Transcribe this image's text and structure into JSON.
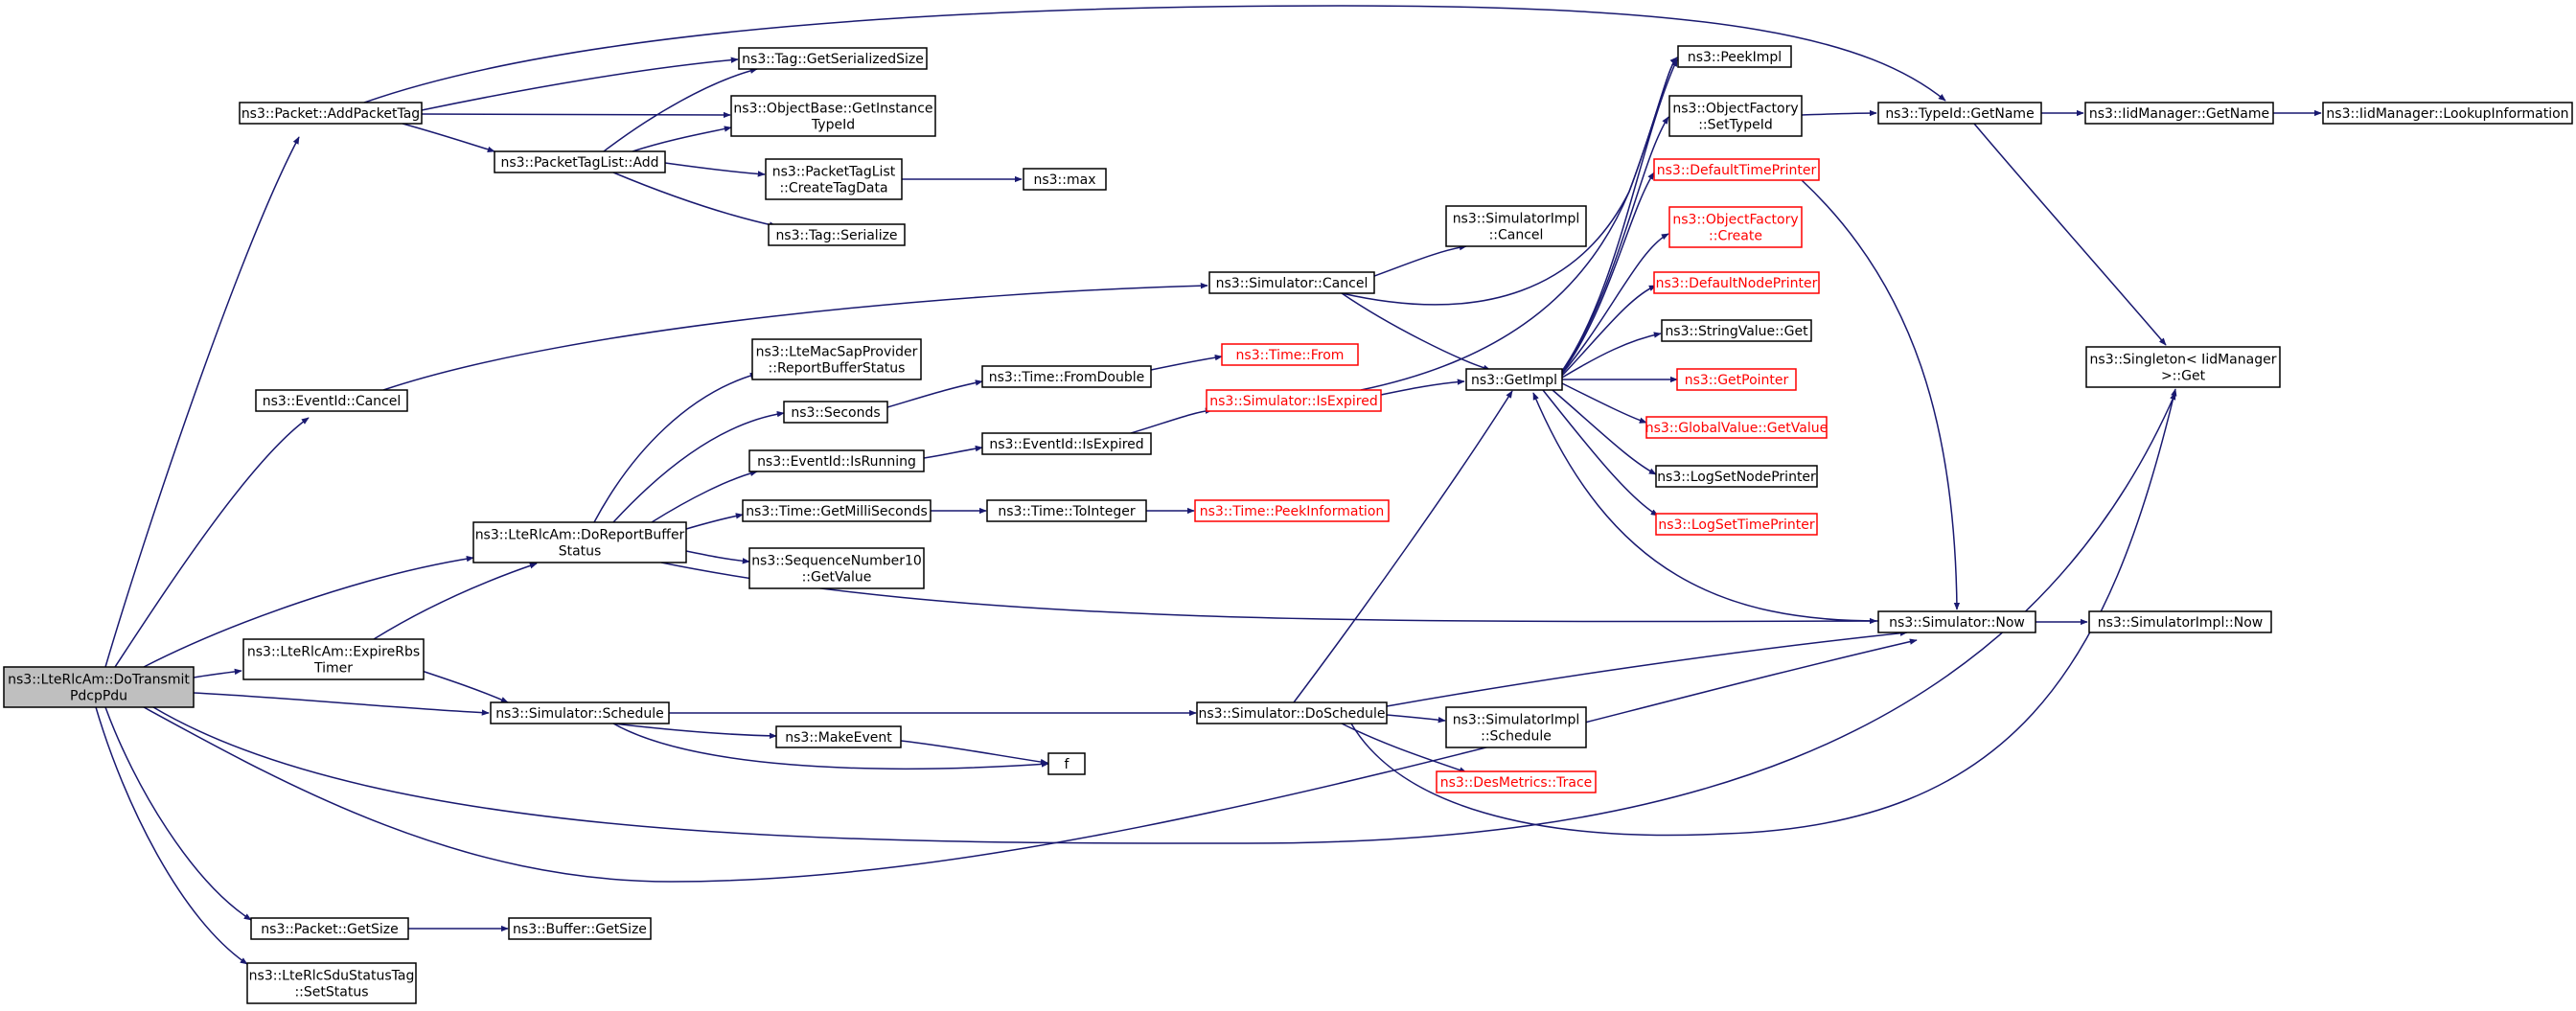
{
  "graph": {
    "colors": {
      "edge": "#191970",
      "root_fill": "#bfbfbf",
      "red_border": "#ff0000",
      "node_border": "#000000",
      "background": "#ffffff"
    },
    "nodes": [
      {
        "id": "root",
        "lines": [
          "ns3::LteRlcAm::DoTransmit",
          "PdcpPdu"
        ],
        "style": "root"
      },
      {
        "id": "addPacketTag",
        "lines": [
          "ns3::Packet::AddPacketTag"
        ],
        "style": "normal"
      },
      {
        "id": "tagGetSerializedSize",
        "lines": [
          "ns3::Tag::GetSerializedSize"
        ],
        "style": "normal"
      },
      {
        "id": "objectBaseGetInstanceTypeId",
        "lines": [
          "ns3::ObjectBase::GetInstance",
          "TypeId"
        ],
        "style": "normal"
      },
      {
        "id": "packetTagListAdd",
        "lines": [
          "ns3::PacketTagList::Add"
        ],
        "style": "normal"
      },
      {
        "id": "packetTagListCreateTagData",
        "lines": [
          "ns3::PacketTagList",
          "::CreateTagData"
        ],
        "style": "normal"
      },
      {
        "id": "max",
        "lines": [
          "ns3::max"
        ],
        "style": "normal"
      },
      {
        "id": "tagSerialize",
        "lines": [
          "ns3::Tag::Serialize"
        ],
        "style": "normal"
      },
      {
        "id": "eventIdCancel",
        "lines": [
          "ns3::EventId::Cancel"
        ],
        "style": "normal"
      },
      {
        "id": "simulatorCancel",
        "lines": [
          "ns3::Simulator::Cancel"
        ],
        "style": "normal"
      },
      {
        "id": "simulatorImplCancel",
        "lines": [
          "ns3::SimulatorImpl",
          "::Cancel"
        ],
        "style": "normal"
      },
      {
        "id": "reportBufferStatus",
        "lines": [
          "ns3::LteMacSapProvider",
          "::ReportBufferStatus"
        ],
        "style": "normal"
      },
      {
        "id": "seconds",
        "lines": [
          "ns3::Seconds"
        ],
        "style": "normal"
      },
      {
        "id": "timeFromDouble",
        "lines": [
          "ns3::Time::FromDouble"
        ],
        "style": "normal"
      },
      {
        "id": "timeFrom",
        "lines": [
          "ns3::Time::From"
        ],
        "style": "red"
      },
      {
        "id": "eventIdIsRunning",
        "lines": [
          "ns3::EventId::IsRunning"
        ],
        "style": "normal"
      },
      {
        "id": "eventIdIsExpired",
        "lines": [
          "ns3::EventId::IsExpired"
        ],
        "style": "normal"
      },
      {
        "id": "simulatorIsExpired",
        "lines": [
          "ns3::Simulator::IsExpired"
        ],
        "style": "red"
      },
      {
        "id": "doReportBufferStatus",
        "lines": [
          "ns3::LteRlcAm::DoReportBuffer",
          "Status"
        ],
        "style": "normal"
      },
      {
        "id": "timeGetMilliSeconds",
        "lines": [
          "ns3::Time::GetMilliSeconds"
        ],
        "style": "normal"
      },
      {
        "id": "timeToInteger",
        "lines": [
          "ns3::Time::ToInteger"
        ],
        "style": "normal"
      },
      {
        "id": "timePeekInformation",
        "lines": [
          "ns3::Time::PeekInformation"
        ],
        "style": "red"
      },
      {
        "id": "sequenceNumber10GetValue",
        "lines": [
          "ns3::SequenceNumber10",
          "::GetValue"
        ],
        "style": "normal"
      },
      {
        "id": "expireRbsTimer",
        "lines": [
          "ns3::LteRlcAm::ExpireRbs",
          "Timer"
        ],
        "style": "normal"
      },
      {
        "id": "simulatorSchedule",
        "lines": [
          "ns3::Simulator::Schedule"
        ],
        "style": "normal"
      },
      {
        "id": "makeEvent",
        "lines": [
          "ns3::MakeEvent"
        ],
        "style": "normal"
      },
      {
        "id": "f",
        "lines": [
          "f"
        ],
        "style": "normal"
      },
      {
        "id": "simulatorDoSchedule",
        "lines": [
          "ns3::Simulator::DoSchedule"
        ],
        "style": "normal"
      },
      {
        "id": "simulatorImplSchedule",
        "lines": [
          "ns3::SimulatorImpl",
          "::Schedule"
        ],
        "style": "normal"
      },
      {
        "id": "desMetricsTrace",
        "lines": [
          "ns3::DesMetrics::Trace"
        ],
        "style": "red"
      },
      {
        "id": "packetGetSize",
        "lines": [
          "ns3::Packet::GetSize"
        ],
        "style": "normal"
      },
      {
        "id": "bufferGetSize",
        "lines": [
          "ns3::Buffer::GetSize"
        ],
        "style": "normal"
      },
      {
        "id": "setStatus",
        "lines": [
          "ns3::LteRlcSduStatusTag",
          "::SetStatus"
        ],
        "style": "normal"
      },
      {
        "id": "getImpl",
        "lines": [
          "ns3::GetImpl"
        ],
        "style": "normal"
      },
      {
        "id": "peekImpl",
        "lines": [
          "ns3::PeekImpl"
        ],
        "style": "normal"
      },
      {
        "id": "objectFactorySetTypeId",
        "lines": [
          "ns3::ObjectFactory",
          "::SetTypeId"
        ],
        "style": "normal"
      },
      {
        "id": "defaultTimePrinter",
        "lines": [
          "ns3::DefaultTimePrinter"
        ],
        "style": "red"
      },
      {
        "id": "objectFactoryCreate",
        "lines": [
          "ns3::ObjectFactory",
          "::Create"
        ],
        "style": "red"
      },
      {
        "id": "defaultNodePrinter",
        "lines": [
          "ns3::DefaultNodePrinter"
        ],
        "style": "red"
      },
      {
        "id": "stringValueGet",
        "lines": [
          "ns3::StringValue::Get"
        ],
        "style": "normal"
      },
      {
        "id": "getPointer",
        "lines": [
          "ns3::GetPointer"
        ],
        "style": "red"
      },
      {
        "id": "globalValueGetValue",
        "lines": [
          "ns3::GlobalValue::GetValue"
        ],
        "style": "red"
      },
      {
        "id": "logSetNodePrinter",
        "lines": [
          "ns3::LogSetNodePrinter"
        ],
        "style": "normal"
      },
      {
        "id": "logSetTimePrinter",
        "lines": [
          "ns3::LogSetTimePrinter"
        ],
        "style": "red"
      },
      {
        "id": "typeIdGetName",
        "lines": [
          "ns3::TypeId::GetName"
        ],
        "style": "normal"
      },
      {
        "id": "iidManagerGetName",
        "lines": [
          "ns3::IidManager::GetName"
        ],
        "style": "normal"
      },
      {
        "id": "iidManagerLookupInformation",
        "lines": [
          "ns3::IidManager::LookupInformation"
        ],
        "style": "normal"
      },
      {
        "id": "singletonGet",
        "lines": [
          "ns3::Singleton< IidManager",
          " >::Get"
        ],
        "style": "normal"
      },
      {
        "id": "simulatorNow",
        "lines": [
          "ns3::Simulator::Now"
        ],
        "style": "normal"
      },
      {
        "id": "simulatorImplNow",
        "lines": [
          "ns3::SimulatorImpl::Now"
        ],
        "style": "normal"
      }
    ]
  }
}
